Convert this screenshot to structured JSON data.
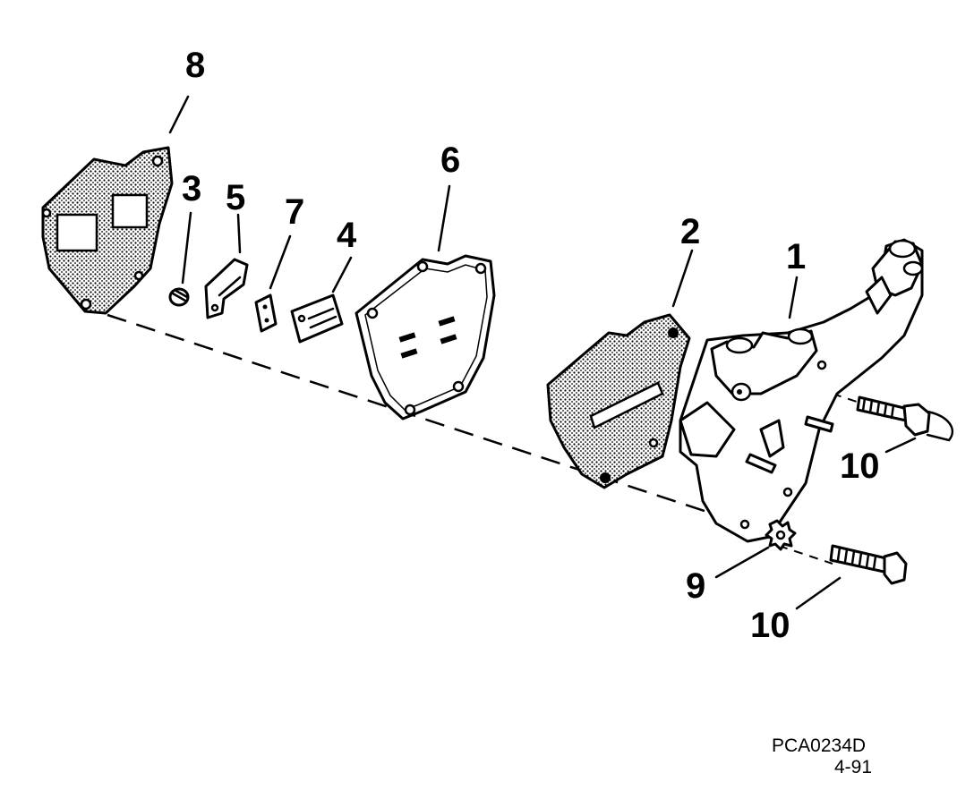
{
  "callouts": {
    "c1": "1",
    "c2": "2",
    "c3": "3",
    "c4": "4",
    "c5": "5",
    "c6": "6",
    "c7": "7",
    "c8": "8",
    "c9": "9",
    "c10a": "10",
    "c10b": "10"
  },
  "drawing": {
    "code": "PCA0234D",
    "date": "4-91"
  }
}
